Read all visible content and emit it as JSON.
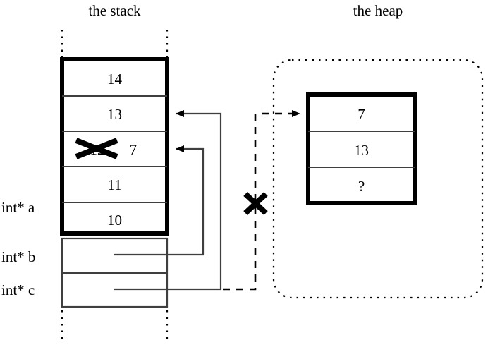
{
  "titles": {
    "stack": "the stack",
    "heap": "the heap"
  },
  "stack": {
    "cells": [
      {
        "value": "14"
      },
      {
        "value": "13"
      },
      {
        "value": "12",
        "struck": true,
        "new_value": "7"
      },
      {
        "value": "11"
      },
      {
        "value": "10"
      }
    ],
    "pointer_slots": [
      {
        "label": "int* a"
      },
      {
        "label": "int* b"
      },
      {
        "label": "int* c"
      }
    ]
  },
  "heap": {
    "cells": [
      {
        "value": "7"
      },
      {
        "value": "13"
      },
      {
        "value": "?"
      }
    ]
  },
  "annotations": {
    "strikeout_mark": "X",
    "broken_pointer_mark": "X"
  },
  "colors": {
    "ink": "#000000",
    "background": "#ffffff",
    "thin_line": "#4d4d4d"
  }
}
